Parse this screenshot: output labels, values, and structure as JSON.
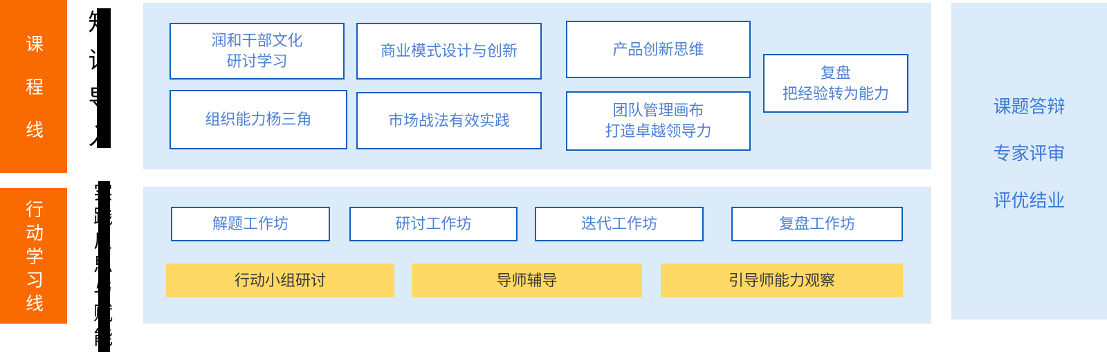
{
  "tracks": {
    "course": {
      "label": "课程线"
    },
    "action": {
      "label": "行动学习线"
    }
  },
  "captions": {
    "knowledge": "知识导入",
    "practice": "实践反思与赋能"
  },
  "course_panel": {
    "boxes": [
      {
        "lines": [
          "润和干部文化",
          "研讨学习"
        ]
      },
      {
        "lines": [
          "商业模式设计与创新"
        ]
      },
      {
        "lines": [
          "产品创新思维"
        ]
      },
      {
        "lines": [
          "复盘",
          "把经验转为能力"
        ]
      },
      {
        "lines": [
          "组织能力杨三角"
        ]
      },
      {
        "lines": [
          "市场战法有效实践"
        ]
      },
      {
        "lines": [
          "团队管理画布",
          "打造卓越领导力"
        ]
      }
    ]
  },
  "action_panel": {
    "workshops": [
      "解题工作坊",
      "研讨工作坊",
      "迭代工作坊",
      "复盘工作坊"
    ],
    "activities": [
      "行动小组研讨",
      "导师辅导",
      "引导师能力观察"
    ]
  },
  "right_panel": {
    "items": [
      "课题答辩",
      "专家评审",
      "评优结业"
    ]
  },
  "colors": {
    "track_orange": "#F96A00",
    "panel_blue": "#DCEBFA",
    "box_border_blue": "#0F5FBE",
    "box_text_blue": "#4E80D6",
    "outcome_text_blue": "#3D78D8",
    "activity_yellow": "#FFD966",
    "activity_text": "#3B3838",
    "caption_black": "#000000"
  }
}
